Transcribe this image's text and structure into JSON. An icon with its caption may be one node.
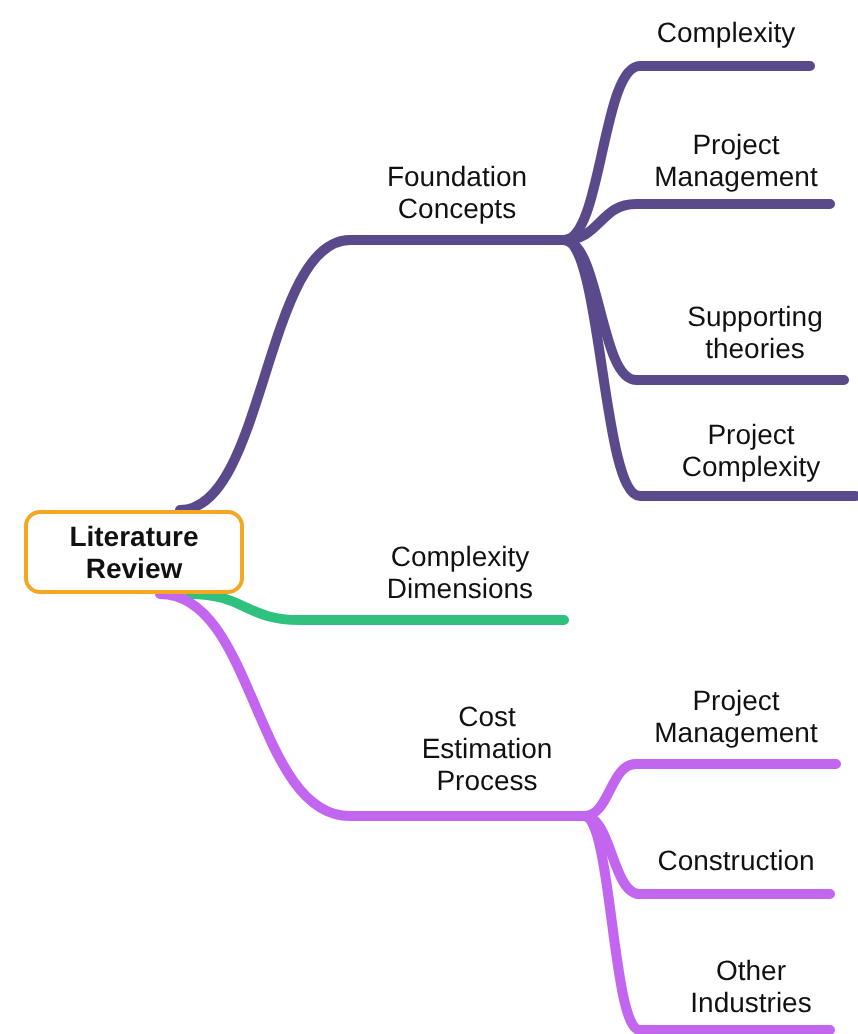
{
  "diagram": {
    "nodes": [
      {
        "text": [
          "Literature Review"
        ]
      },
      {
        "text": [
          "Foundation Concepts"
        ]
      },
      {
        "text": [
          "Complexity"
        ]
      },
      {
        "text": [
          "Project Management"
        ]
      },
      {
        "text": [
          "Supporting theories"
        ]
      },
      {
        "text": [
          "Project Complexity"
        ]
      },
      {
        "text": [
          "Complexity Dimensions"
        ]
      },
      {
        "text": [
          "Cost Estimation Process"
        ]
      },
      {
        "text": [
          "Project Management"
        ]
      },
      {
        "text": [
          "Construction"
        ]
      },
      {
        "text": [
          "Other Industries"
        ]
      }
    ],
    "edges": [
      {
        "from": 0,
        "to": 1,
        "arrow": "none"
      },
      {
        "from": 1,
        "to": 2,
        "arrow": "none"
      },
      {
        "from": 1,
        "to": 3,
        "arrow": "none"
      },
      {
        "from": 1,
        "to": 4,
        "arrow": "none"
      },
      {
        "from": 1,
        "to": 5,
        "arrow": "none"
      },
      {
        "from": 0,
        "to": 6,
        "arrow": "none",
        "color": "#2ec27e"
      },
      {
        "from": 0,
        "to": 7,
        "arrow": "none",
        "color": "#c266f0"
      },
      {
        "from": 7,
        "to": 8,
        "arrow": "none",
        "color": "#c266f0"
      },
      {
        "from": 7,
        "to": 9,
        "arrow": "none",
        "color": "#c266f0"
      },
      {
        "from": 7,
        "to": 10,
        "arrow": "none",
        "color": "#c266f0"
      }
    ]
  }
}
